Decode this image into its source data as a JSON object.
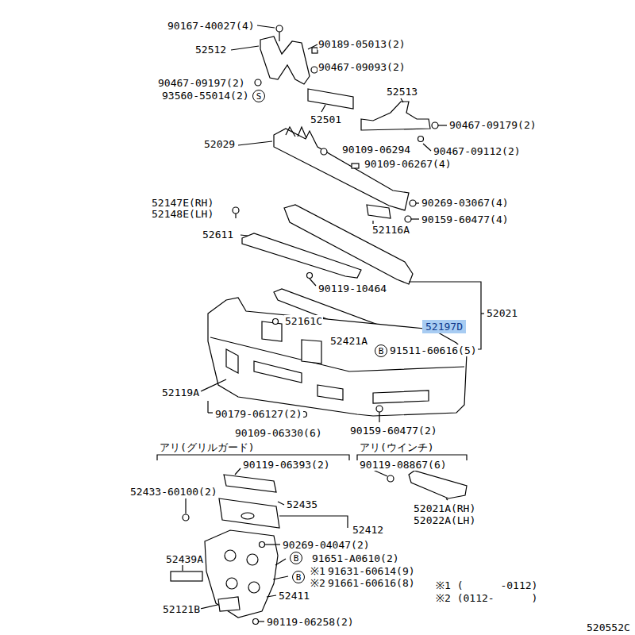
{
  "diagram": {
    "nodes": [
      {
        "text": [
          "S"
        ]
      },
      {
        "text": [
          "52197D"
        ]
      },
      {
        "text": [
          "B"
        ]
      },
      {
        "text": [
          "B"
        ]
      },
      {
        "text": [
          "B"
        ]
      }
    ],
    "labels": [
      "90167-40027(4)",
      "52512",
      "90189-05013(2)",
      "90467-09093(2)",
      "90467-09197(2)",
      "93560-55014(2)",
      "52513",
      "52501",
      "90467-09179(2)",
      "52029",
      "90109-06294",
      "90467-09112(2)",
      "90109-06267(4)",
      "52147E(RH)",
      "52148E(LH)",
      "90269-03067(4)",
      "90159-60477(4)",
      "52611",
      "52116A",
      "90119-10464",
      "52021",
      "52161C",
      "52421A",
      "91511-60616(5)",
      "52119A",
      "90179-06127(2)",
      "90109-06330(6)",
      "90159-60477(2)",
      "アリ(グリルガード)",
      "アリ(ウインチ)",
      "90119-08867(6)",
      "90119-06393(2)",
      "52433-60100(2)",
      "52435",
      "52021A(RH)",
      "52022A(LH)",
      "52412",
      "90269-04047(2)",
      "91651-A0610(2)",
      "52439A",
      "※1",
      "91631-60614(9)",
      "※2",
      "91661-60616(8)",
      "52411",
      "52121B",
      "90119-06258(2)",
      "※1 (      -0112)",
      "※2 (0112-      )",
      "520552C"
    ]
  }
}
